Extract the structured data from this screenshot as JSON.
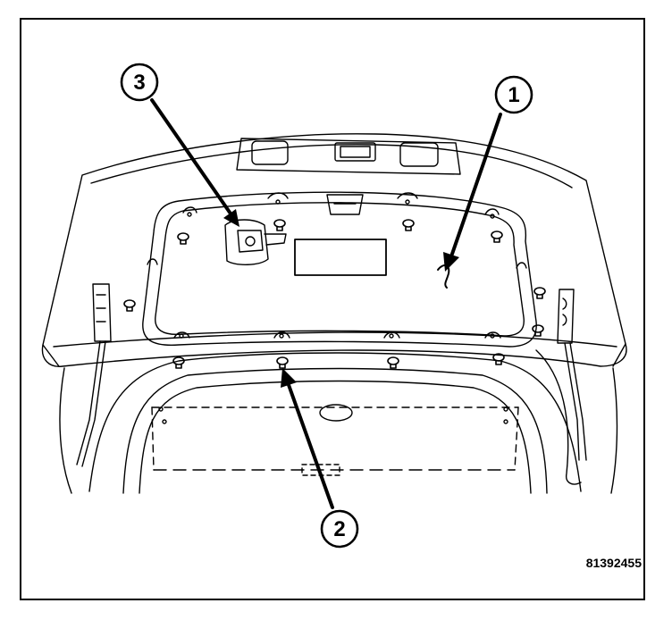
{
  "figure_number": "81392455",
  "callouts": {
    "c1": "1",
    "c2": "2",
    "c3": "3"
  },
  "colors": {
    "line": "#000000",
    "background": "#ffffff"
  }
}
